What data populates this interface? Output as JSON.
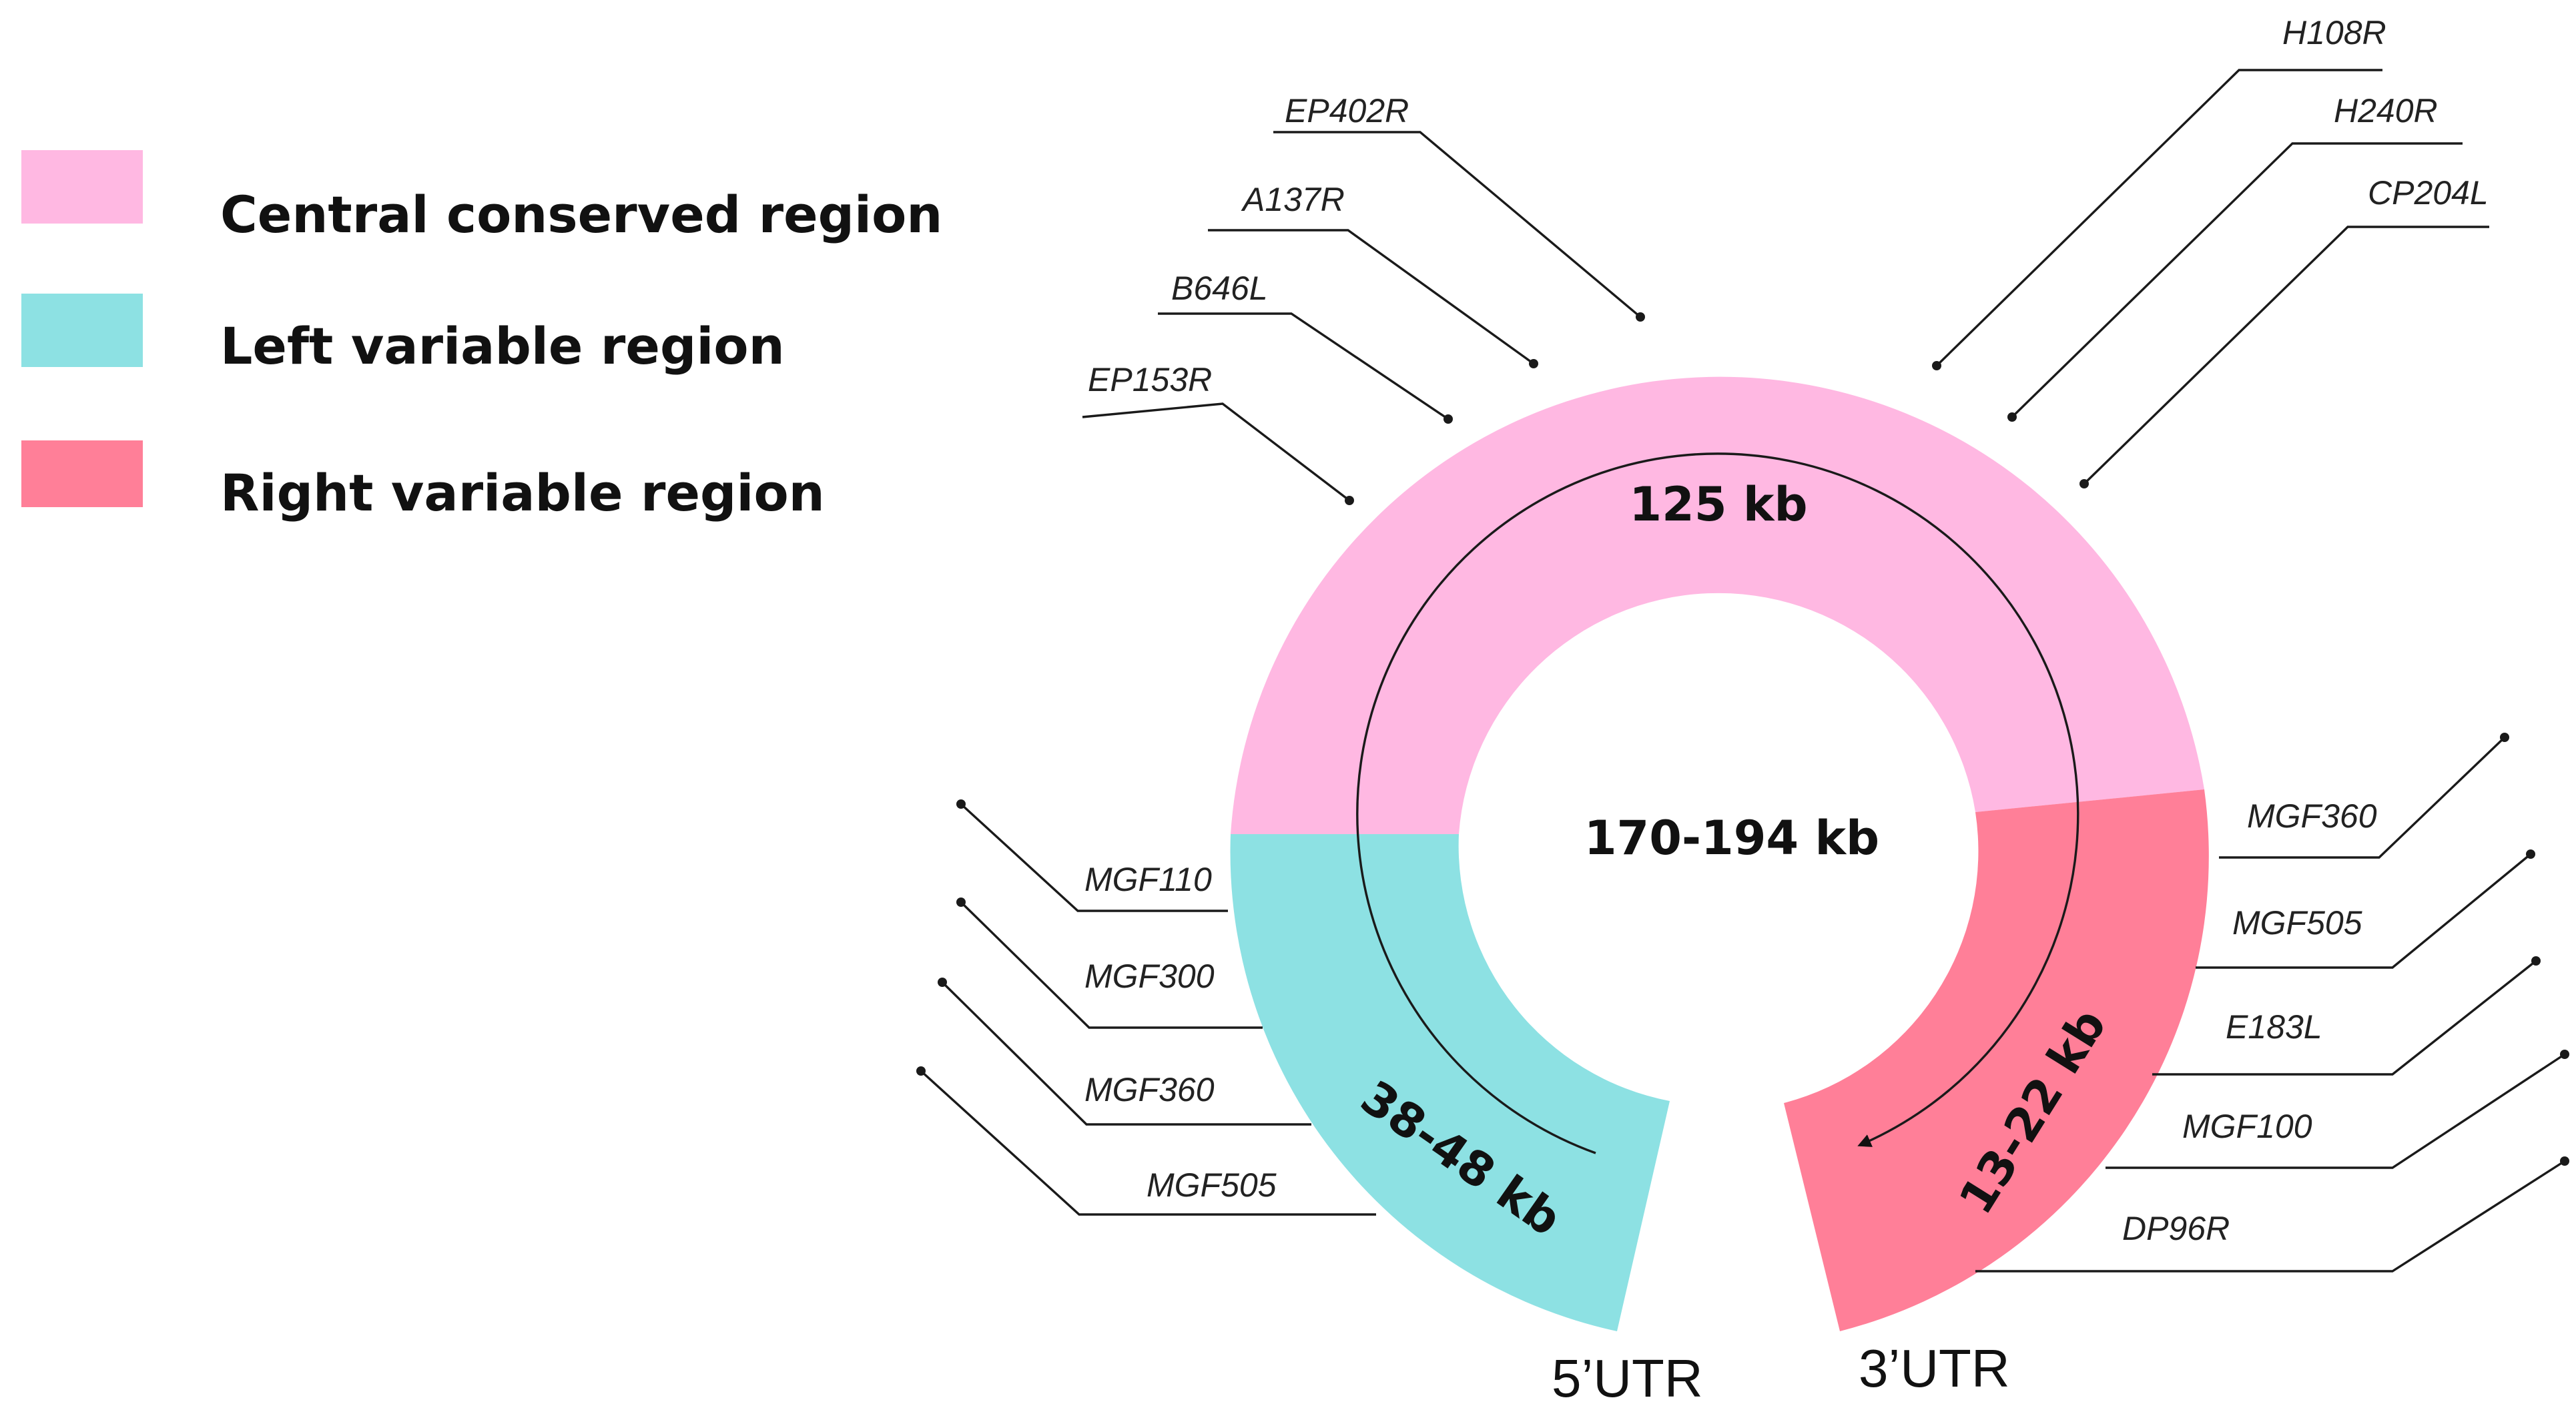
{
  "legend": [
    {
      "label": "Central conserved region",
      "color": "#ffb8e2"
    },
    {
      "label": "Left variable region",
      "color": "#8de1e3"
    },
    {
      "label": "Right variable region",
      "color": "#ff7f98"
    }
  ],
  "ring": {
    "center_label": "170-194 kb",
    "central_label": "125 kb",
    "left_label": "38-48 kb",
    "right_label": "13-22 kb",
    "five_prime": "5’UTR",
    "three_prime": "3’UTR"
  },
  "genes": {
    "central_left": [
      "EP402R",
      "A137R",
      "B646L",
      "EP153R"
    ],
    "central_right": [
      "H108R",
      "H240R",
      "CP204L"
    ],
    "left_variable": [
      "MGF110",
      "MGF300",
      "MGF360",
      "MGF505"
    ],
    "right_variable": [
      "MGF360",
      "MGF505",
      "E183L",
      "MGF100",
      "DP96R"
    ]
  }
}
